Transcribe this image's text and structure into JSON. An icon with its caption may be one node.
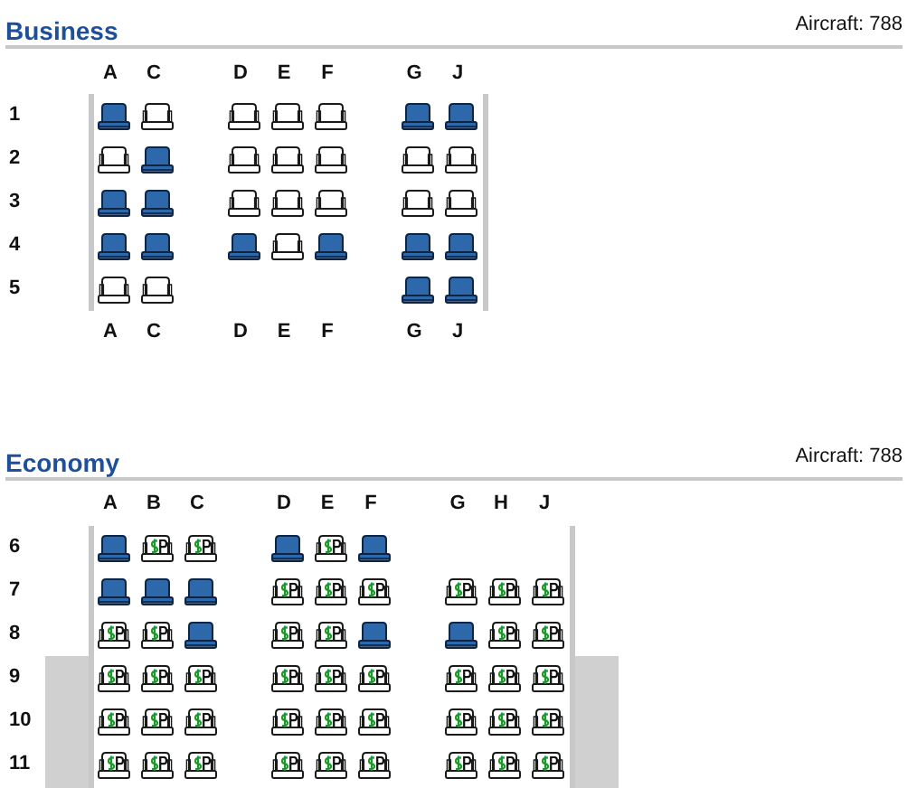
{
  "diagram": {
    "nodes": [
      {
        "text": [],
        "shape": "bar"
      },
      {
        "text": [],
        "shape": "bar"
      }
    ],
    "labels": [
      "Business",
      "Aircraft: 788",
      "A",
      "C",
      "D",
      "E",
      "F",
      "G",
      "J",
      "1",
      "2",
      "3",
      "4",
      "5",
      "A",
      "C",
      "D",
      "E",
      "F",
      "G",
      "J",
      "Economy",
      "Aircraft: 788",
      "A",
      "B",
      "C",
      "D",
      "E",
      "F",
      "G",
      "H",
      "J",
      "6",
      "7",
      "8",
      "9",
      "10",
      "11"
    ]
  }
}
